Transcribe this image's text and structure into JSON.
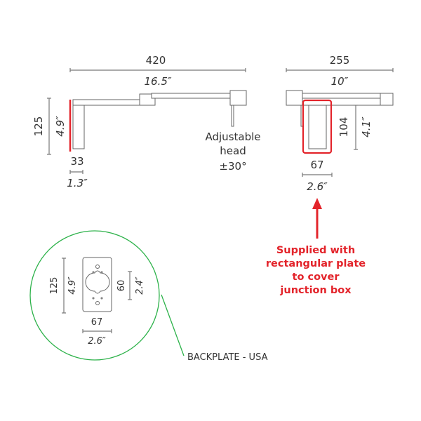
{
  "side_view": {
    "width_mm": "420",
    "width_in": "16.5″",
    "height_mm": "125",
    "height_in": "4.9″",
    "depth_mm": "33",
    "depth_in": "1.3″",
    "head_note": [
      "Adjustable",
      "head",
      "±30°"
    ]
  },
  "folded_view": {
    "width_mm": "255",
    "width_in": "10″",
    "height_mm": "104",
    "height_in": "4.1″",
    "plate_width_mm": "67",
    "plate_width_in": "2.6″"
  },
  "callout": {
    "lines": [
      "Supplied with",
      "rectangular plate",
      "to cover",
      "junction box"
    ]
  },
  "backplate": {
    "height_mm": "125",
    "height_in": "4.9″",
    "hole_mm": "60",
    "hole_in": "2.4″",
    "width_mm": "67",
    "width_in": "2.6″",
    "label": "BACKPLATE - USA"
  },
  "colors": {
    "highlight": "#e3242b",
    "detail_circle": "#2db24a"
  }
}
